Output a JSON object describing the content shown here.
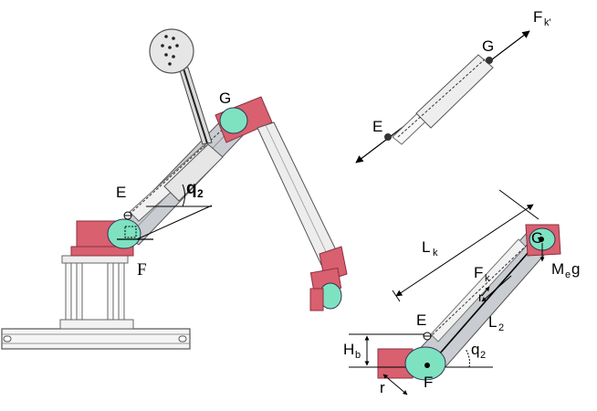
{
  "colors": {
    "link_red": "#d8606f",
    "link_red_dark": "#b8455a",
    "joint_green": "#7ee2c0",
    "link_white": "#ececec",
    "link_gray": "#bfc3c8",
    "outline": "#444444"
  },
  "left": {
    "label_G": "G",
    "label_E": "E",
    "label_F": "F",
    "label_q2": "q",
    "label_q2_sub": "2"
  },
  "top_right": {
    "label_Fk": "F",
    "label_Fk_sub": "k'",
    "label_G": "G",
    "label_E": "E"
  },
  "bottom_right": {
    "label_Lk": "L",
    "label_Lk_sub": "k",
    "label_Fk": "F",
    "label_Fk_sub": "k",
    "label_G": "G",
    "label_Meg": "M",
    "label_Meg_sub": "e",
    "label_Meg_tail": "g",
    "label_r_top": "r",
    "label_L2": "L",
    "label_L2_sub": "2",
    "label_E": "E",
    "label_Hb": "H",
    "label_Hb_sub": "b",
    "label_q2": "q",
    "label_q2_sub": "2",
    "label_F": "F",
    "label_r_bottom": "r"
  }
}
